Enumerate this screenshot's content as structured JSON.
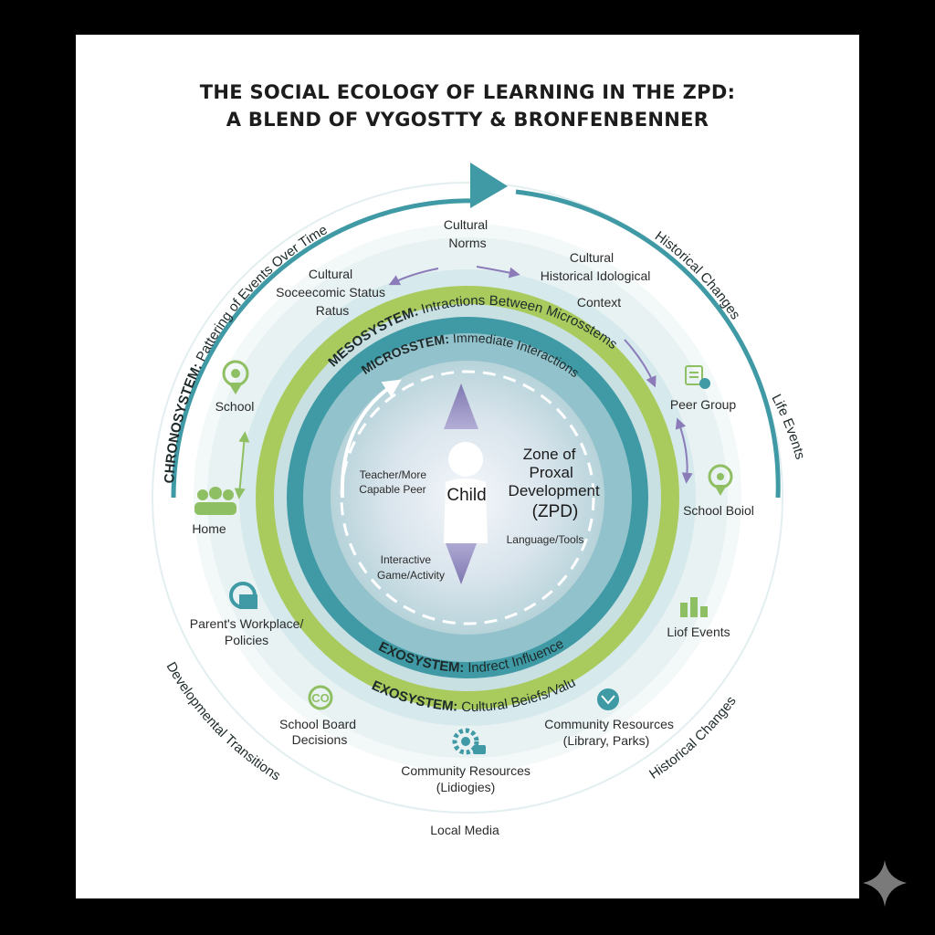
{
  "title": {
    "line1": "THE SOCIAL ECOLOGY OF LEARNING IN THE ZPD:",
    "line2": "A BLEND OF VYGOSTTY & BRONFENBENNER"
  },
  "chronosystem": {
    "prefix": "CHRONOSYSTEM:",
    "text": " Pattering of Events Over Time",
    "right_historical": "Historical Changes",
    "right_life": "Life Events",
    "lower_left": "Developmental Transitions",
    "lower_right": "Historical Changes"
  },
  "macrosystem": {
    "cultural_norms": [
      "Cultural",
      "Norms"
    ],
    "cultural_ses": [
      "Cultural",
      "Soceecomic Status",
      "Ratus"
    ],
    "cultural_historical": [
      "Cultural",
      "Historical Idological",
      "Context"
    ]
  },
  "mesosystem": {
    "prefix": "MESOSYSTEM:",
    "text": " Intractions Between Microsstems"
  },
  "microsystem": {
    "prefix": "MICROSSTEM:",
    "text": " Immediate Interactions"
  },
  "exosystem_inner": {
    "prefix": "EXOSYSTEM:",
    "text": " Indrect Influences"
  },
  "exosystem_outer": {
    "prefix": "EXOSYSTEM:",
    "text": " Cultural Beiefs/Values"
  },
  "center": {
    "child": "Child",
    "zpd": [
      "Zone of",
      "Proxal",
      "Development",
      "(ZPD)"
    ],
    "teacher": [
      "Teacher/More",
      "Capable Peer"
    ],
    "language": "Language/Tools",
    "interactive": [
      "Interactive",
      "Game/Activity"
    ]
  },
  "left_items": {
    "school": "School",
    "home": "Home",
    "workplace": [
      "Parent's Workplace/",
      "Policies"
    ],
    "school_board": [
      "School Board",
      "Decisions"
    ]
  },
  "right_items": {
    "peer_group": "Peer Group",
    "school_boiol": "School Boiol",
    "liof_events": "Liof Events",
    "community_library": [
      "Community Resources",
      "(Library, Parks)"
    ]
  },
  "bottom_items": {
    "community_lidiogies": [
      "Community Resources",
      "(Lidiogies)"
    ],
    "local_media": "Local Media"
  },
  "colors": {
    "teal": "#3f9aa5",
    "green": "#a9cb5e",
    "purple": "#8b7bb8",
    "light_teal": "#cfe6ea"
  }
}
